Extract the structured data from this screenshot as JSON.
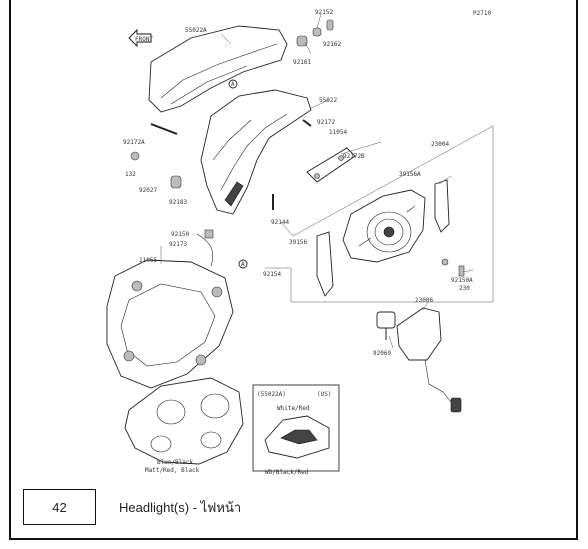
{
  "diagram": {
    "code": "P2710",
    "labels": [
      {
        "id": "l92152",
        "text": "92152"
      },
      {
        "id": "l55022a",
        "text": "55022A"
      },
      {
        "id": "l92162",
        "text": "92162"
      },
      {
        "id": "l92161",
        "text": "92161"
      },
      {
        "id": "l55022",
        "text": "55022"
      },
      {
        "id": "l92172",
        "text": "92172"
      },
      {
        "id": "l11054",
        "text": "11054"
      },
      {
        "id": "l92172a",
        "text": "92172A"
      },
      {
        "id": "l92172b",
        "text": "92172B"
      },
      {
        "id": "l23004",
        "text": "23004"
      },
      {
        "id": "l132",
        "text": "132"
      },
      {
        "id": "l39156a",
        "text": "39156A"
      },
      {
        "id": "l92027",
        "text": "92027"
      },
      {
        "id": "l92183",
        "text": "92183"
      },
      {
        "id": "l92144",
        "text": "92144"
      },
      {
        "id": "l92150",
        "text": "92150"
      },
      {
        "id": "l92173",
        "text": "92173"
      },
      {
        "id": "l39156",
        "text": "39156"
      },
      {
        "id": "l11055",
        "text": "11055"
      },
      {
        "id": "l92154",
        "text": "92154"
      },
      {
        "id": "l92150a",
        "text": "92150A"
      },
      {
        "id": "l230",
        "text": "230"
      },
      {
        "id": "l92069",
        "text": "92069"
      },
      {
        "id": "l23006",
        "text": "23006"
      },
      {
        "id": "l55022b",
        "text": "(55022A)"
      },
      {
        "id": "lus",
        "text": "(US)"
      },
      {
        "id": "lwhite",
        "text": "White/Red"
      },
      {
        "id": "lbottom1",
        "text": "Blue/Black"
      },
      {
        "id": "lbottom2",
        "text": "Matt/Red, Black"
      },
      {
        "id": "lwd",
        "text": "WD/Black/Red"
      }
    ],
    "arrow_label": "FRONT",
    "marker": "A"
  },
  "footer": {
    "page_number": "42",
    "caption": "Headlight(s) - ไฟหน้า"
  }
}
